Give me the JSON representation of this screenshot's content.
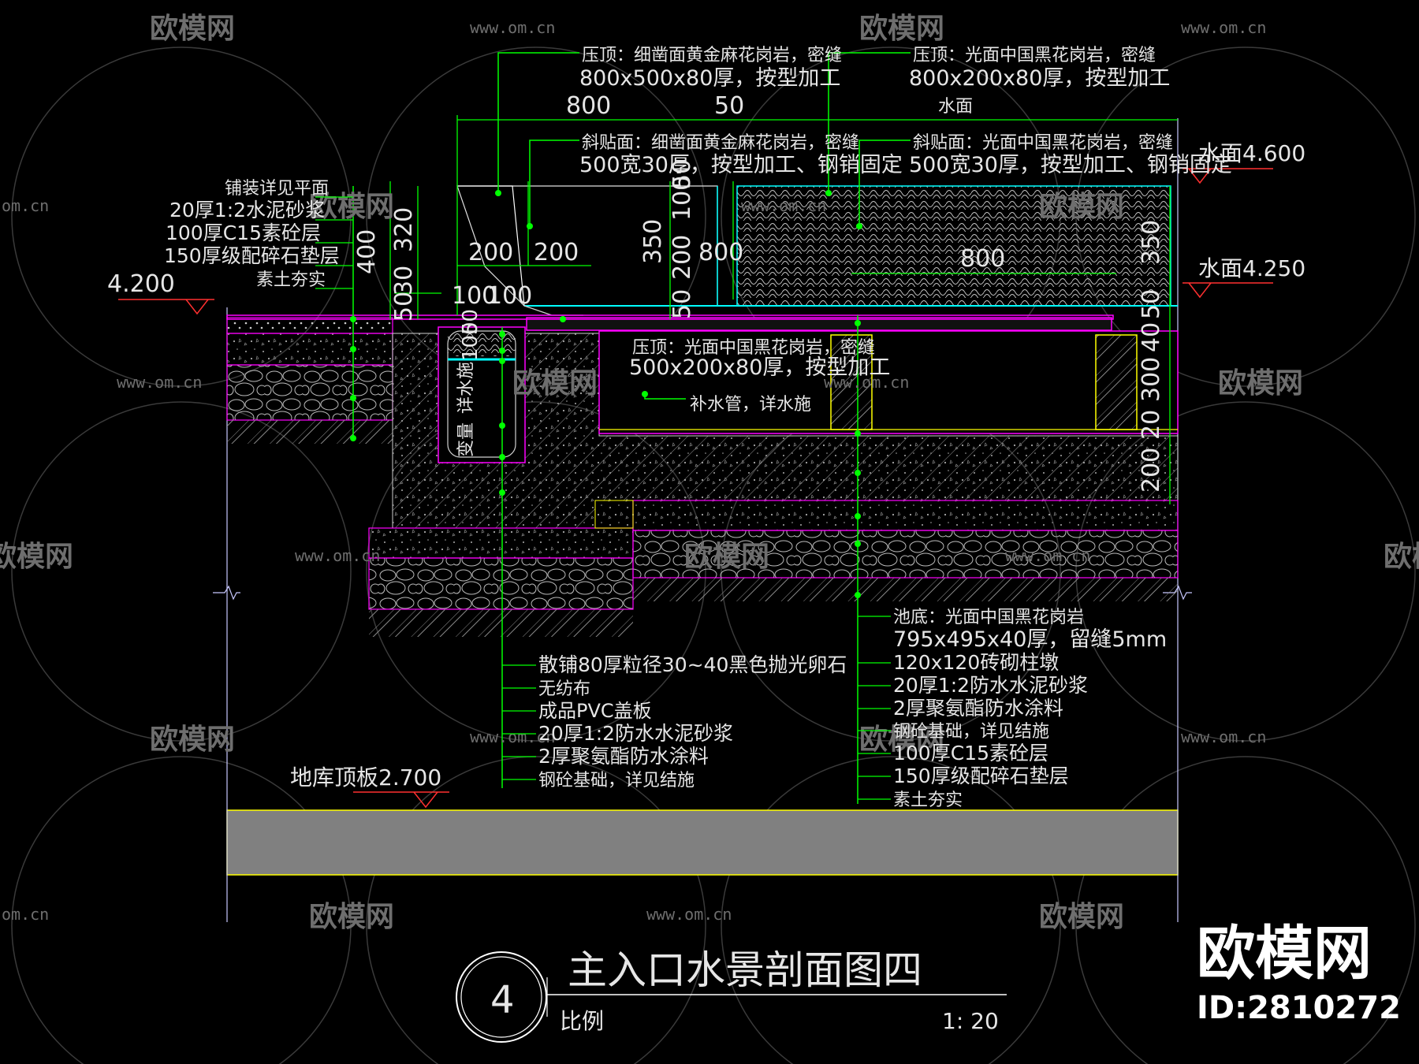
{
  "watermark": {
    "brand": "欧模网",
    "url": "www.om.cn",
    "url_short": "om.cn",
    "big_brand": "欧模网",
    "id_text": "ID:2810272"
  },
  "title_block": {
    "number": "4",
    "title": "主入口水景剖面图四",
    "scale_label": "比例",
    "scale_value": "1: 20"
  },
  "top_notes": [
    {
      "line1": "压顶：细凿面黄金麻花岗岩，密缝",
      "line2": "800x500x80厚，按型加工"
    },
    {
      "line1": "压顶：光面中国黑花岗岩，密缝",
      "line2": "800x200x80厚，按型加工",
      "line3": "水面"
    },
    {
      "line1": "斜贴面：细凿面黄金麻花岗岩，密缝",
      "line2": "500宽30厚，按型加工、钢销固定"
    },
    {
      "line1": "斜贴面：光面中国黑花岗岩，密缝",
      "line2": "500宽30厚，按型加工、钢销固定"
    }
  ],
  "left_layers": [
    "铺装详见平面",
    "20厚1:2水泥砂浆",
    "100厚C15素砼层",
    "150厚级配碎石垫层",
    "素土夯实"
  ],
  "levels": {
    "ground": "4.200",
    "water_top": "水面4.600",
    "water_low": "水面4.250",
    "basement": "地库顶板2.700"
  },
  "dims": {
    "d800_top": "800",
    "d50_top": "50",
    "d200a": "200",
    "d200b": "200",
    "d100a": "100",
    "d100b": "100",
    "d400": "400",
    "d320": "320",
    "d30": "30",
    "d50_left": "50",
    "d350_mid": "350",
    "d200_mid": "200",
    "d100_mid": "100",
    "d50_mid": "50",
    "d50_mid2": "50",
    "d800_mid": "800",
    "d800_pool": "800",
    "d350_right": "350",
    "d50_right": "50",
    "d40_right": "40",
    "d300_right": "300",
    "d20_right": "20",
    "d200_right": "200",
    "d50_drain": "50",
    "d100_drain": "100"
  },
  "mid_notes": {
    "coping": "压顶：光面中国黑花岗岩，密缝",
    "coping2": "500x200x80厚，按型加工",
    "pipe": "补水管，详水施",
    "drain_label1": "详水施",
    "drain_label2": "变量"
  },
  "drain_layers": [
    "散铺80厚粒径30~40黑色抛光卵石",
    "无纺布",
    "成品PVC盖板",
    "20厚1:2防水水泥砂浆",
    "2厚聚氨酯防水涂料",
    "钢砼基础，详见结施"
  ],
  "pool_layers": [
    "池底：光面中国黑花岗岩",
    "795x495x40厚，留缝5mm",
    "120x120砖砌柱墩",
    "20厚1:2防水水泥砂浆",
    "2厚聚氨酯防水涂料",
    "钢砼基础，详见结施",
    "100厚C15素砼层",
    "150厚级配碎石垫层",
    "素土夯实"
  ],
  "colors": {
    "background": "#000000",
    "leader": "#00ff00",
    "outline": "#ff00ff",
    "slab": "#808080",
    "water": "#00ffff",
    "dim_line": "#ffff00",
    "level_mark": "#ff2020"
  }
}
